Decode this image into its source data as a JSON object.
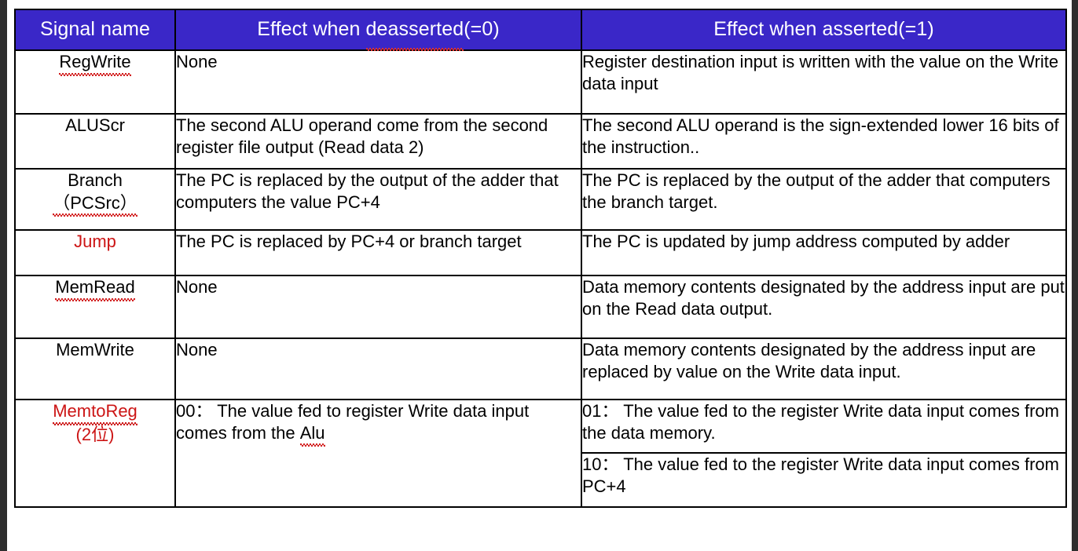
{
  "table": {
    "headers": [
      {
        "label": "Signal name",
        "squiggle": null
      },
      {
        "label_pre": "Effect when ",
        "label_sq": "deasserted",
        "label_post": "(=0)"
      },
      {
        "label": "Effect when asserted(=1)"
      }
    ],
    "header_signal": "Signal name",
    "header_deasserted_pre": "Effect when ",
    "header_deasserted_sq": "deasserted",
    "header_deasserted_post": "(=0)",
    "header_asserted": "Effect when asserted(=1)",
    "rows": [
      {
        "signal": "RegWrite",
        "signal_sub": "",
        "signal_color": "black",
        "signal_misspelled": true,
        "deasserted": "None",
        "asserted": "Register destination input is written with the value on the Write data input"
      },
      {
        "signal": "ALUScr",
        "signal_sub": "",
        "signal_color": "black",
        "signal_misspelled": false,
        "deasserted": "The second ALU operand come from the second register file output (Read data 2)",
        "asserted": "The second ALU operand is the sign-extended lower 16 bits of the instruction.."
      },
      {
        "signal": "Branch",
        "signal_sub": "（PCSrc）",
        "signal_color": "black",
        "signal_misspelled": true,
        "deasserted": "The PC is replaced by the output of the adder that computers the value PC+4",
        "asserted": "The PC is replaced by the output of the adder that computers the branch target."
      },
      {
        "signal": "Jump",
        "signal_sub": "",
        "signal_color": "red",
        "signal_misspelled": false,
        "deasserted": "The PC is replaced by PC+4 or branch target",
        "asserted": "The PC is updated by jump address computed by adder"
      },
      {
        "signal": "MemRead",
        "signal_sub": "",
        "signal_color": "black",
        "signal_misspelled": true,
        "deasserted": "None",
        "asserted": "Data memory contents designated by the address input are put on the Read  data output."
      },
      {
        "signal": "MemWrite",
        "signal_sub": "",
        "signal_color": "black",
        "signal_misspelled": false,
        "deasserted": "None",
        "asserted": "Data memory contents designated by the address input are replaced by value on the Write data input."
      }
    ],
    "memtoreg": {
      "signal": "MemtoReg",
      "signal_sub": "(2位)",
      "signal_color": "red",
      "signal_misspelled": true,
      "deasserted_1_pre": "00",
      "deasserted_1_colon": "：",
      "deasserted_1": "  The value fed to register Write data input comes from the ",
      "deasserted_1_sq": "Alu",
      "deasserted_2": "",
      "asserted_1_pre": "01",
      "asserted_1_colon": "：",
      "asserted_1": "  The value fed to the register Write data input comes from the data memory.",
      "asserted_2_pre": "10",
      "asserted_2_colon": "：",
      "asserted_2": "  The value fed to the register Write data input comes from PC+4"
    }
  },
  "colors": {
    "header_blue": "#3A27C8",
    "header_text": "#FFFFFF",
    "accent_red": "#CC1414",
    "squiggle_red": "#D21F1F",
    "border": "#000000",
    "gutter": "#2E2E2E",
    "page_bg": "#FFFFFF"
  }
}
